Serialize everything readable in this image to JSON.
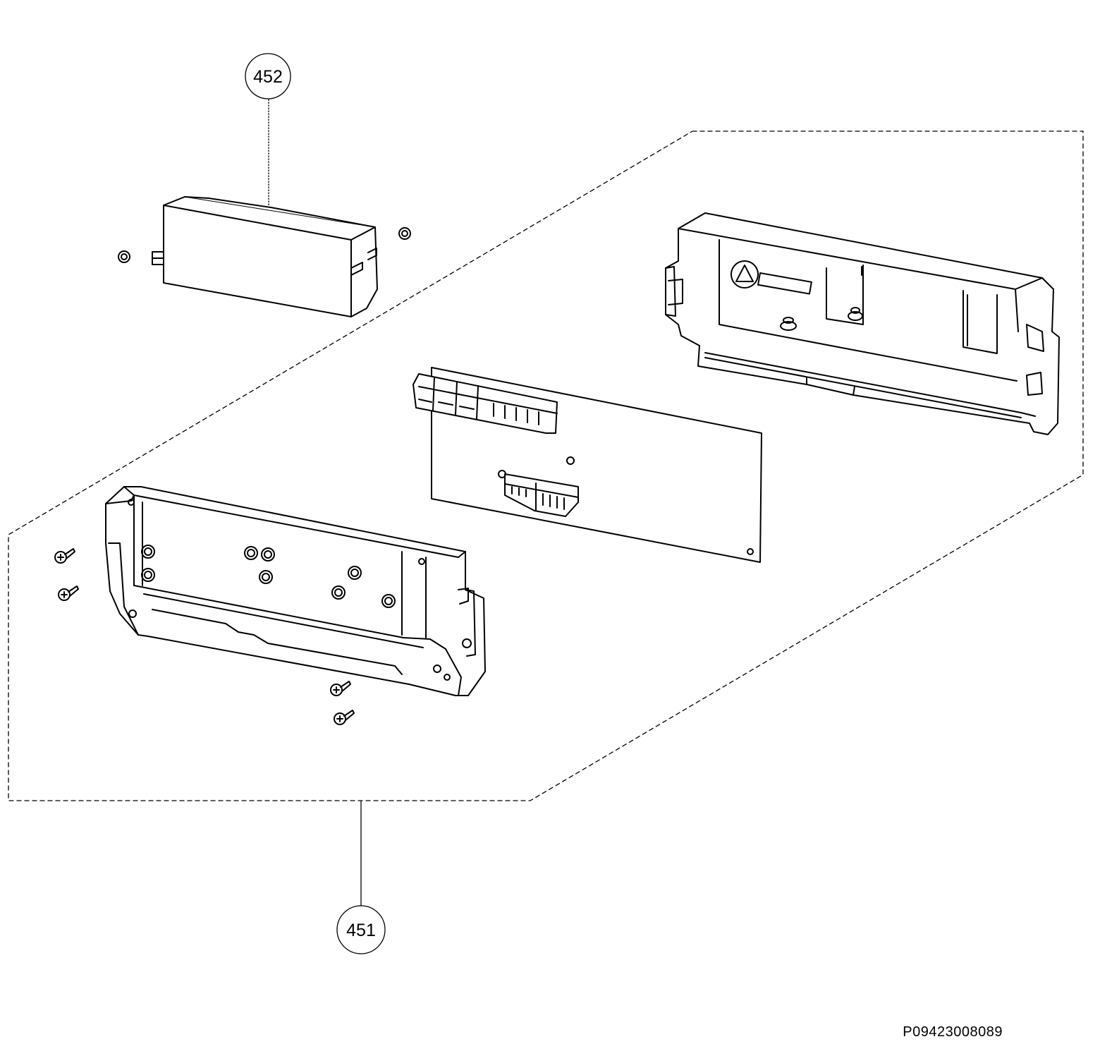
{
  "callouts": [
    {
      "id": "452",
      "label": "452"
    },
    {
      "id": "451",
      "label": "451"
    }
  ],
  "drawing_code": "P09423008089",
  "colors": {
    "line": "#000000",
    "background": "#ffffff"
  }
}
